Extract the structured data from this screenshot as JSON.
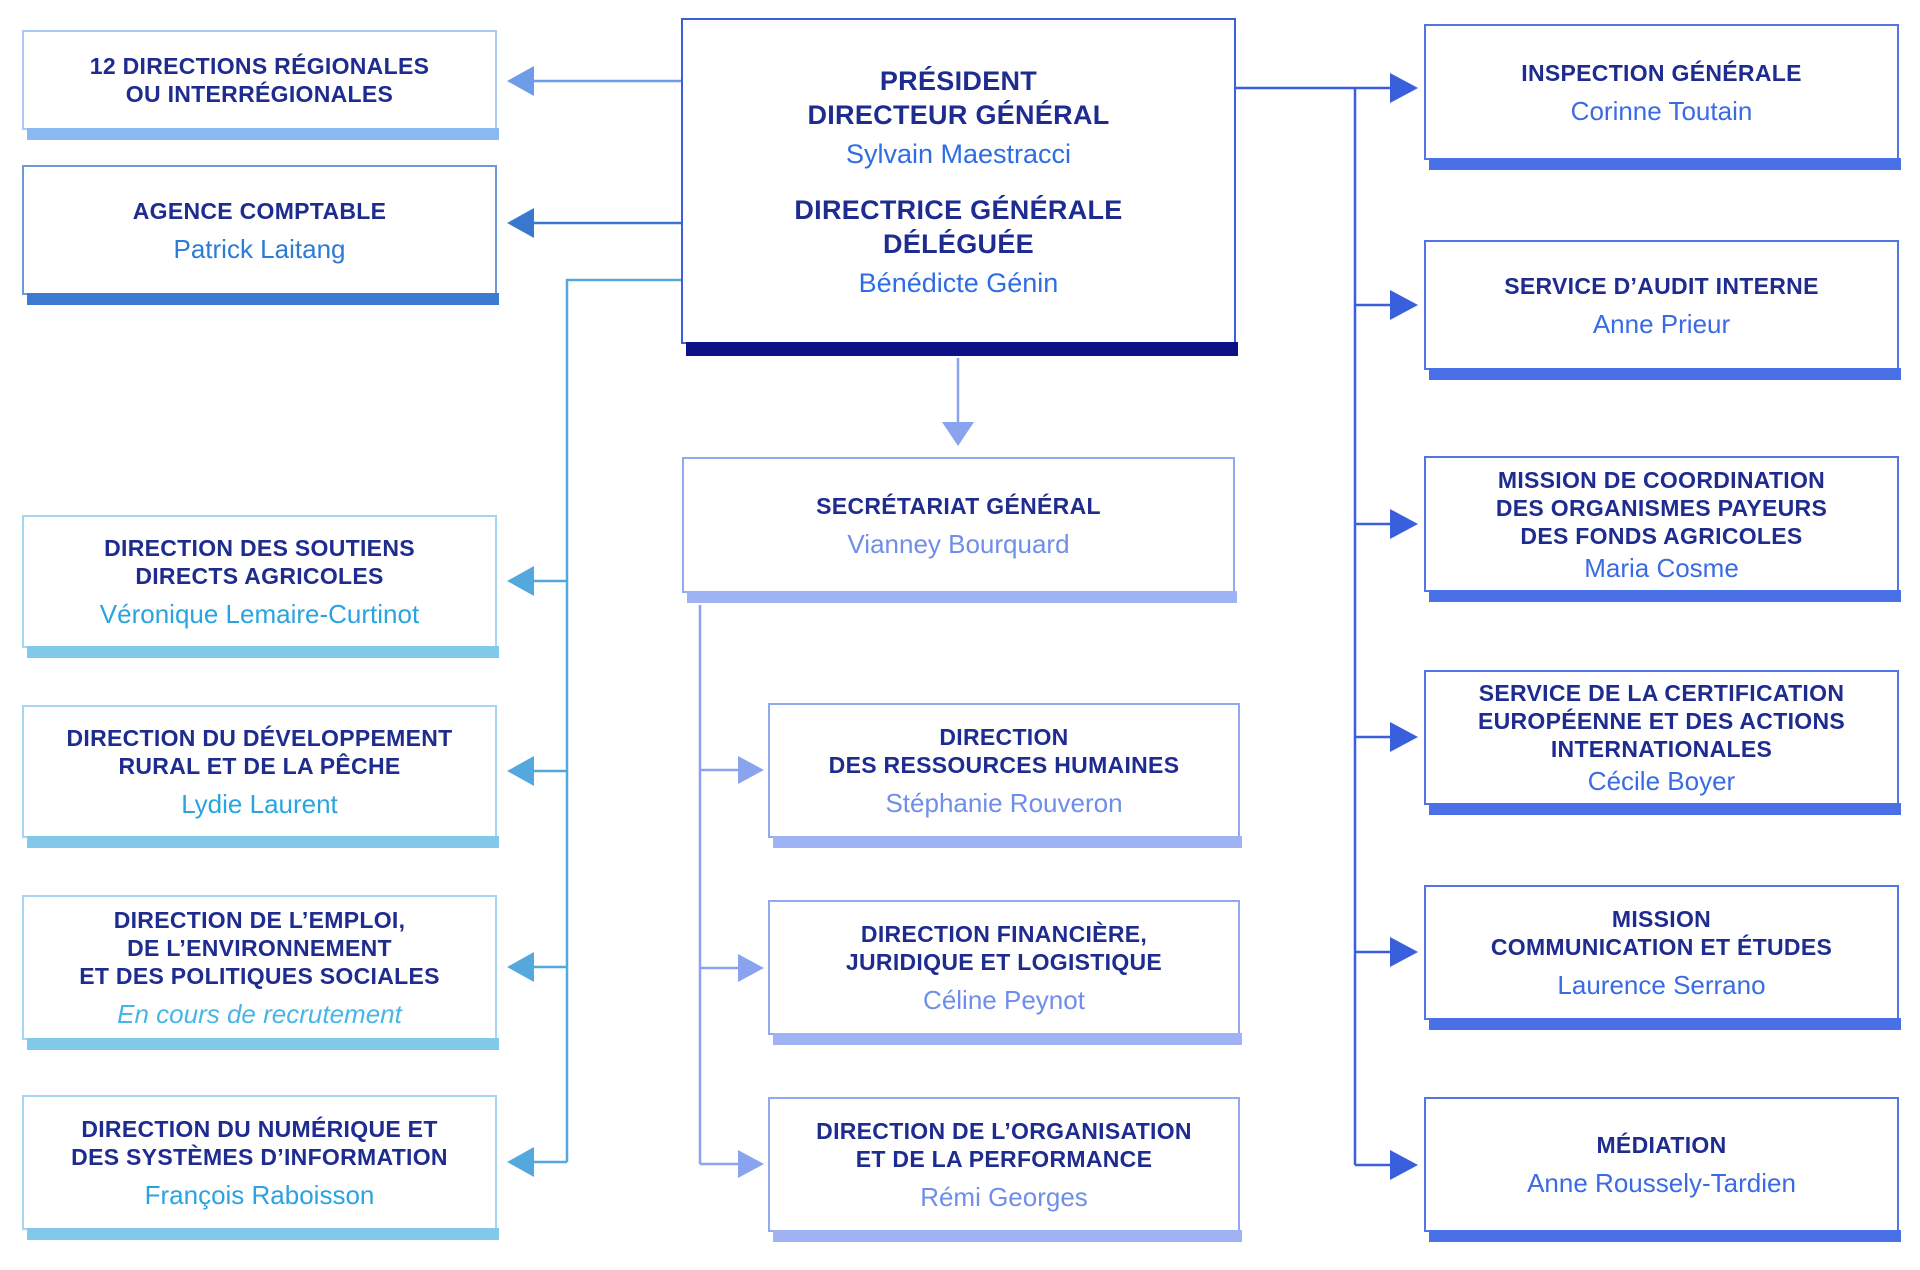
{
  "palette": {
    "navy": "#1e2b8f",
    "navy_bar": "#0c1285",
    "pres_name": "#2e6de4",
    "royal_border": "#5274e4",
    "royal_bar": "#4a70e8",
    "royal_name": "#3a6be4",
    "royal_line": "#3a5fdd",
    "peri_border": "#93a9ef",
    "peri_bar": "#9fb3f4",
    "peri_name": "#6e8eea",
    "peri_line": "#8aa3ef",
    "sky_border": "#a5d5f0",
    "sky_bar": "#82c8eb",
    "sky_name": "#2aa3e1",
    "sky_italic": "#48b5e6",
    "sky_line": "#54a8de",
    "lightblue_border": "#abcaf3",
    "lightblue_bar": "#88b9f3",
    "lightblue_line": "#6d9de9",
    "medblue_border": "#6b99dc",
    "medblue_bar": "#3c7bd1",
    "medblue_name": "#2a7cd4",
    "medblue_line": "#3a78d0"
  },
  "president": {
    "title1": [
      "PRÉSIDENT",
      "DIRECTEUR GÉNÉRAL"
    ],
    "name1": "Sylvain Maestracci",
    "title2": [
      "DIRECTRICE GÉNÉRALE",
      "DÉLÉGUÉE"
    ],
    "name2": "Bénédicte Génin"
  },
  "boxes": {
    "regionales": {
      "lines": [
        "12 DIRECTIONS RÉGIONALES",
        "OU INTERRÉGIONALES"
      ],
      "name": ""
    },
    "agence_comptable": {
      "lines": [
        "AGENCE COMPTABLE"
      ],
      "name": "Patrick Laitang"
    },
    "soutiens": {
      "lines": [
        "DIRECTION DES SOUTIENS",
        "DIRECTS AGRICOLES"
      ],
      "name": "Véronique Lemaire-Curtinot"
    },
    "dev_rural": {
      "lines": [
        "DIRECTION DU DÉVELOPPEMENT",
        "RURAL ET DE LA PÊCHE"
      ],
      "name": "Lydie Laurent"
    },
    "emploi": {
      "lines": [
        "DIRECTION DE L’EMPLOI,",
        "DE L’ENVIRONNEMENT",
        "ET DES POLITIQUES SOCIALES"
      ],
      "name": "En cours de recrutement"
    },
    "numerique": {
      "lines": [
        "DIRECTION DU NUMÉRIQUE ET",
        "DES SYSTÈMES D’INFORMATION"
      ],
      "name": "François Raboisson"
    },
    "secretariat": {
      "lines": [
        "SECRÉTARIAT GÉNÉRAL"
      ],
      "name": "Vianney Bourquard"
    },
    "rh": {
      "lines": [
        "DIRECTION",
        "DES RESSOURCES HUMAINES"
      ],
      "name": "Stéphanie Rouveron"
    },
    "financiere": {
      "lines": [
        "DIRECTION FINANCIÈRE,",
        "JURIDIQUE ET LOGISTIQUE"
      ],
      "name": "Céline Peynot"
    },
    "organisation": {
      "lines": [
        "DIRECTION DE L’ORGANISATION",
        "ET DE LA PERFORMANCE"
      ],
      "name": "Rémi Georges"
    },
    "inspection": {
      "lines": [
        "INSPECTION GÉNÉRALE"
      ],
      "name": "Corinne Toutain"
    },
    "audit": {
      "lines": [
        "SERVICE D’AUDIT INTERNE"
      ],
      "name": "Anne Prieur"
    },
    "coordination": {
      "lines": [
        "MISSION DE COORDINATION",
        "DES ORGANISMES PAYEURS",
        "DES FONDS AGRICOLES"
      ],
      "name": "Maria Cosme"
    },
    "certification": {
      "lines": [
        "SERVICE DE LA CERTIFICATION",
        "EUROPÉENNE ET DES ACTIONS",
        "INTERNATIONALES"
      ],
      "name": "Cécile Boyer"
    },
    "communication": {
      "lines": [
        "MISSION",
        "COMMUNICATION ET ÉTUDES"
      ],
      "name": "Laurence Serrano"
    },
    "mediation": {
      "lines": [
        "MÉDIATION"
      ],
      "name": "Anne Roussely-Tardien"
    }
  }
}
